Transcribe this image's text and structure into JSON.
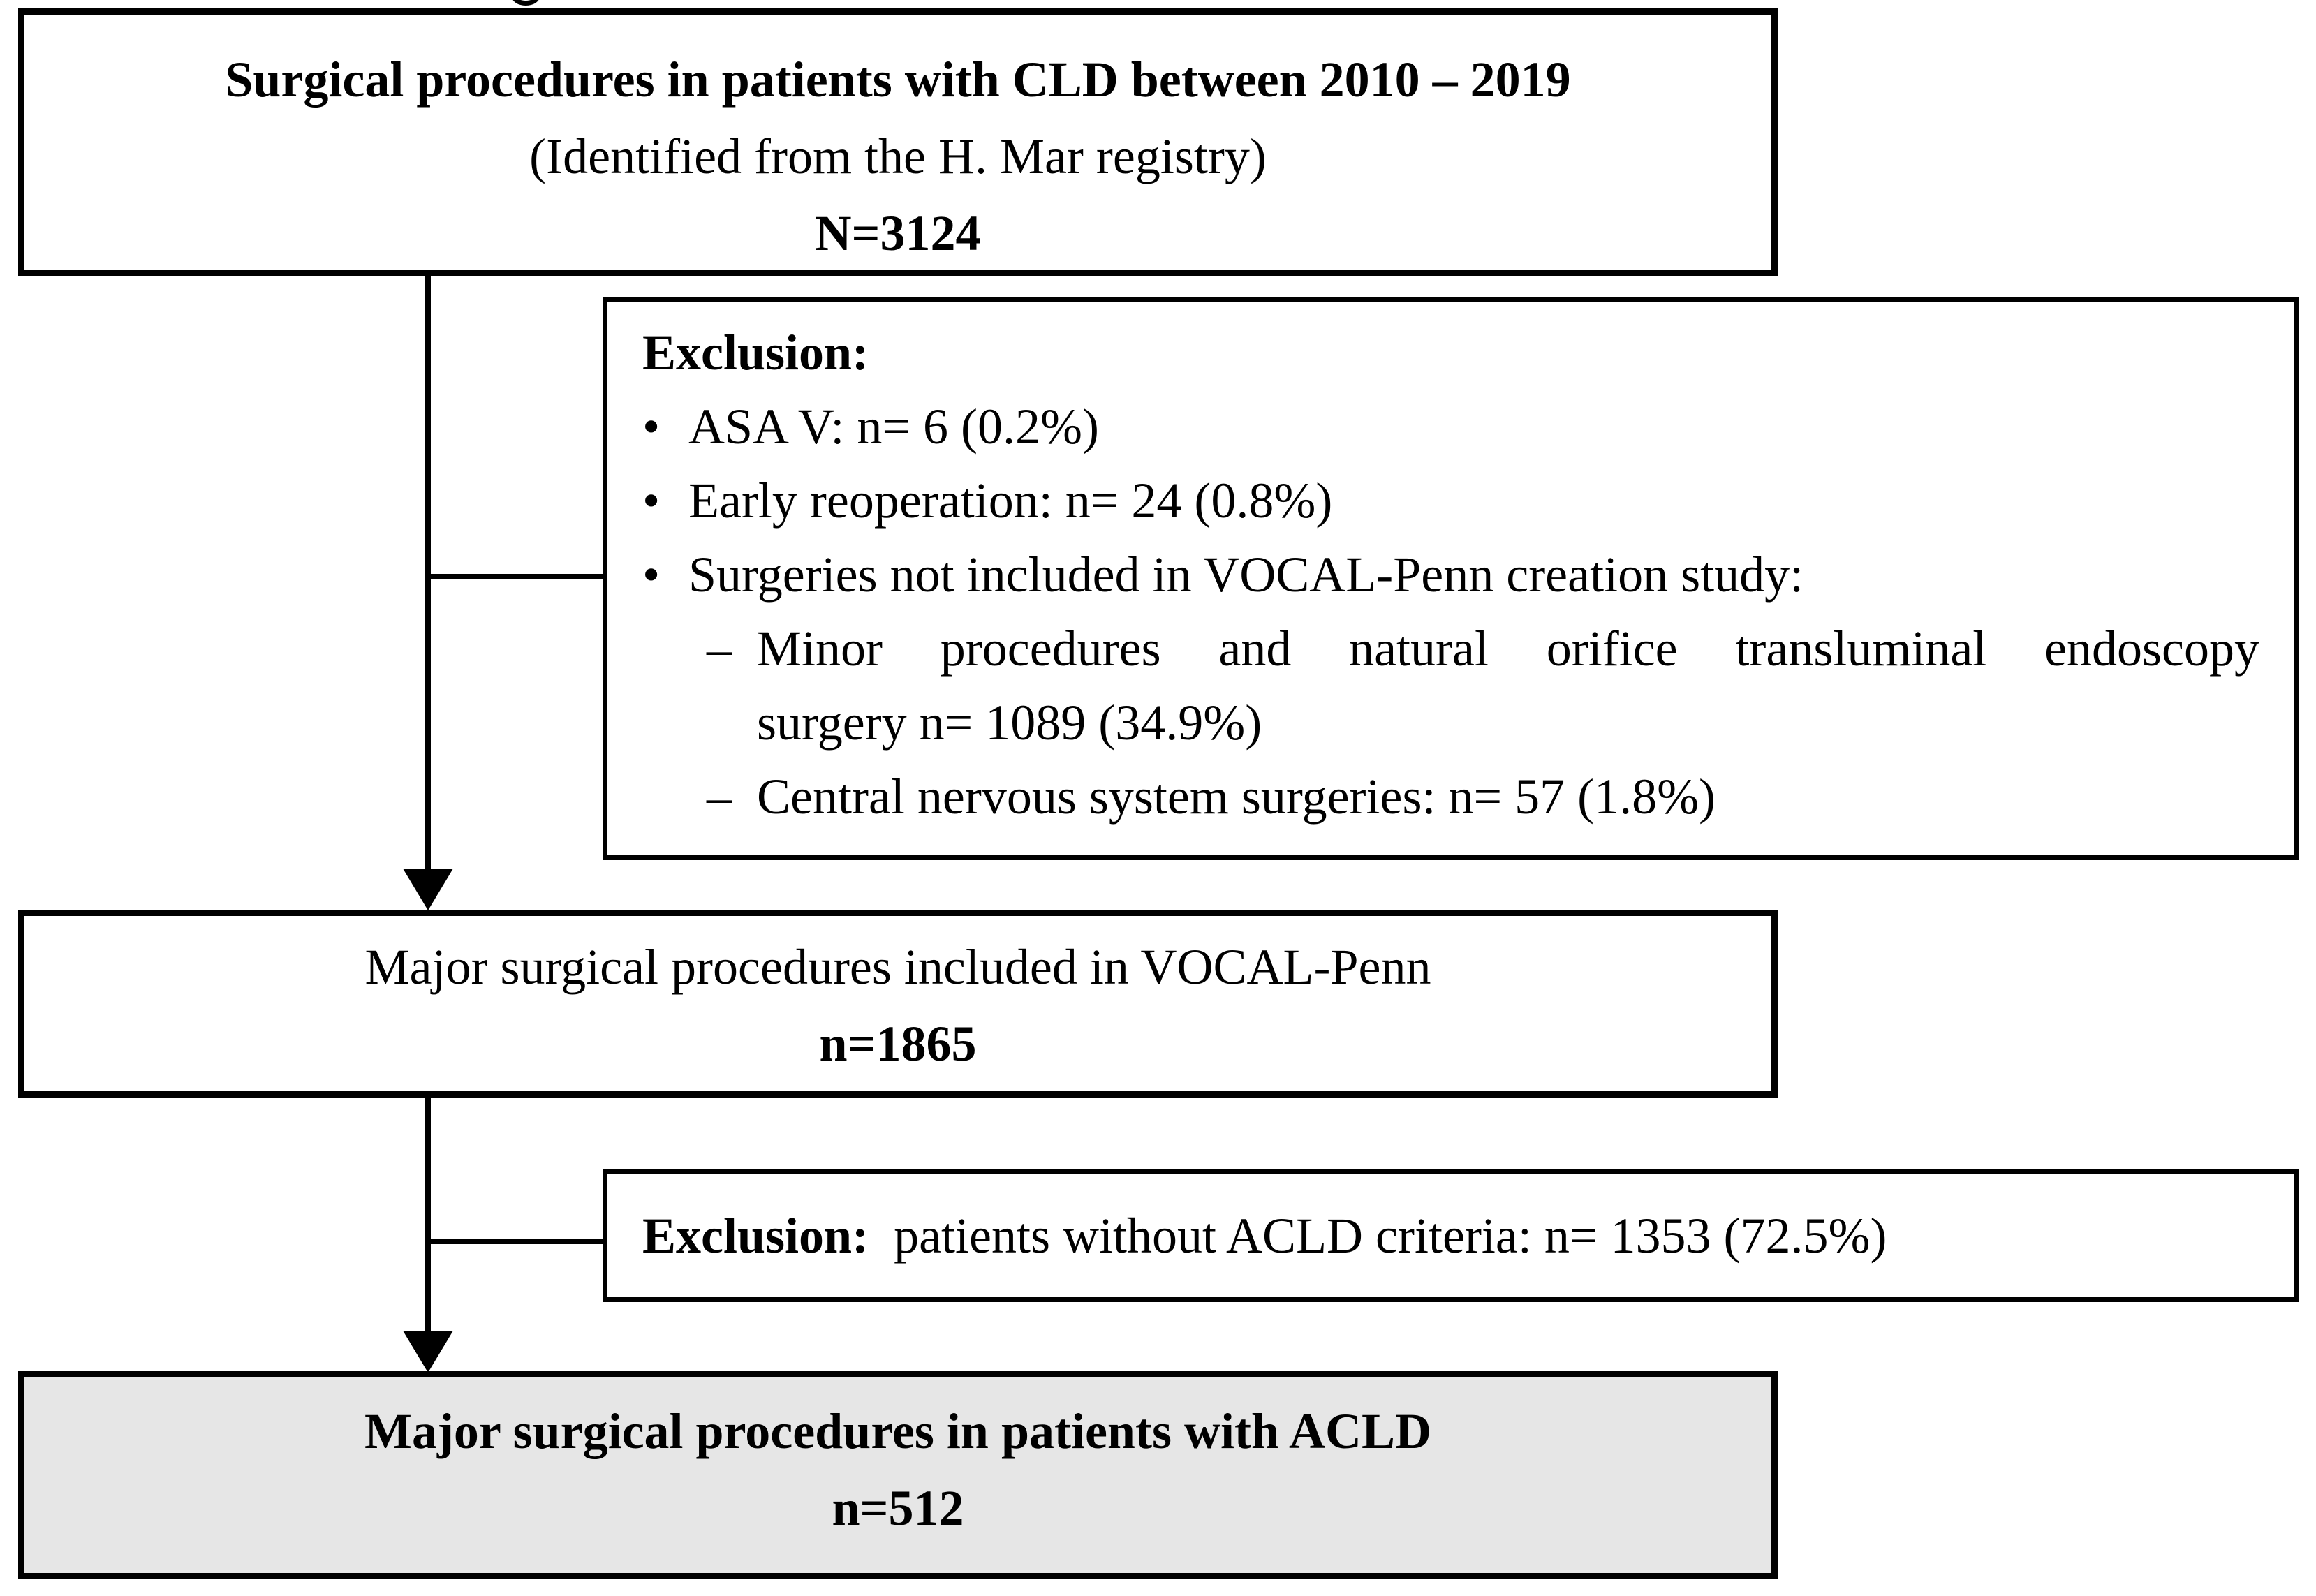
{
  "boxes": {
    "top": {
      "title": "Surgical procedures in patients with CLD between 2010 – 2019",
      "subtitle": "(Identified from the H. Mar registry)",
      "count": "N=3124"
    },
    "exclusion1": {
      "heading": "Exclusion:",
      "items": [
        {
          "marker": "•",
          "text": "ASA V: n= 6 (0.2%)"
        },
        {
          "marker": "•",
          "text": "Early reoperation: n= 24 (0.8%)"
        },
        {
          "marker": "•",
          "text": "Surgeries not included in VOCAL-Penn creation study:"
        }
      ],
      "subitems": [
        {
          "marker": "–",
          "line1": "Minor procedures and natural orifice transluminal endoscopy",
          "line2": "surgery n= 1089 (34.9%)"
        },
        {
          "marker": "–",
          "line1": "Central nervous system surgeries: n= 57 (1.8%)"
        }
      ]
    },
    "middle": {
      "title": "Major surgical procedures included in VOCAL-Penn",
      "count": "n=1865"
    },
    "exclusion2": {
      "heading": "Exclusion:",
      "text": "patients without ACLD criteria: n= 1353 (72.5%)"
    },
    "bottom": {
      "title": "Major surgical procedures in patients with ACLD",
      "count": "n=512"
    }
  },
  "colors": {
    "border": "#000000",
    "text": "#000000",
    "box_fill": "#ffffff",
    "highlight_fill": "#e6e6e6",
    "background": "#ffffff"
  }
}
